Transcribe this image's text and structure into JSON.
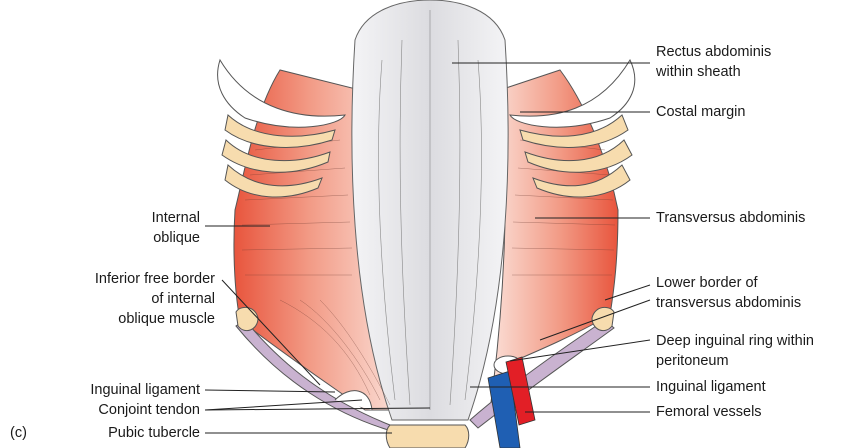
{
  "figure": {
    "panel_label": "(c)",
    "labels": {
      "rectus_abdominis": [
        "Rectus abdominis",
        "within sheath"
      ],
      "costal_margin": [
        "Costal margin"
      ],
      "transversus_abdominis": [
        "Transversus abdominis"
      ],
      "lower_border": [
        "Lower border of",
        "transversus abdominis"
      ],
      "deep_inguinal_ring": [
        "Deep inguinal ring within",
        "peritoneum"
      ],
      "inguinal_ligament_right": [
        "Inguinal ligament"
      ],
      "femoral_vessels": [
        "Femoral vessels"
      ],
      "internal_oblique": [
        "Internal",
        "oblique"
      ],
      "inferior_free_border": [
        "Inferior free border",
        "of internal",
        "oblique muscle"
      ],
      "inguinal_ligament_left": [
        "Inguinal ligament"
      ],
      "conjoint_tendon": [
        "Conjoint tendon"
      ],
      "pubic_tubercle": [
        "Pubic tubercle"
      ]
    },
    "colors": {
      "muscle": "#e8553d",
      "sheath": "#e4e4e7",
      "rib": "#f7dcae",
      "ligament": "#c9b2d0",
      "artery": "#e21f26",
      "vein": "#1f5fb3"
    }
  }
}
